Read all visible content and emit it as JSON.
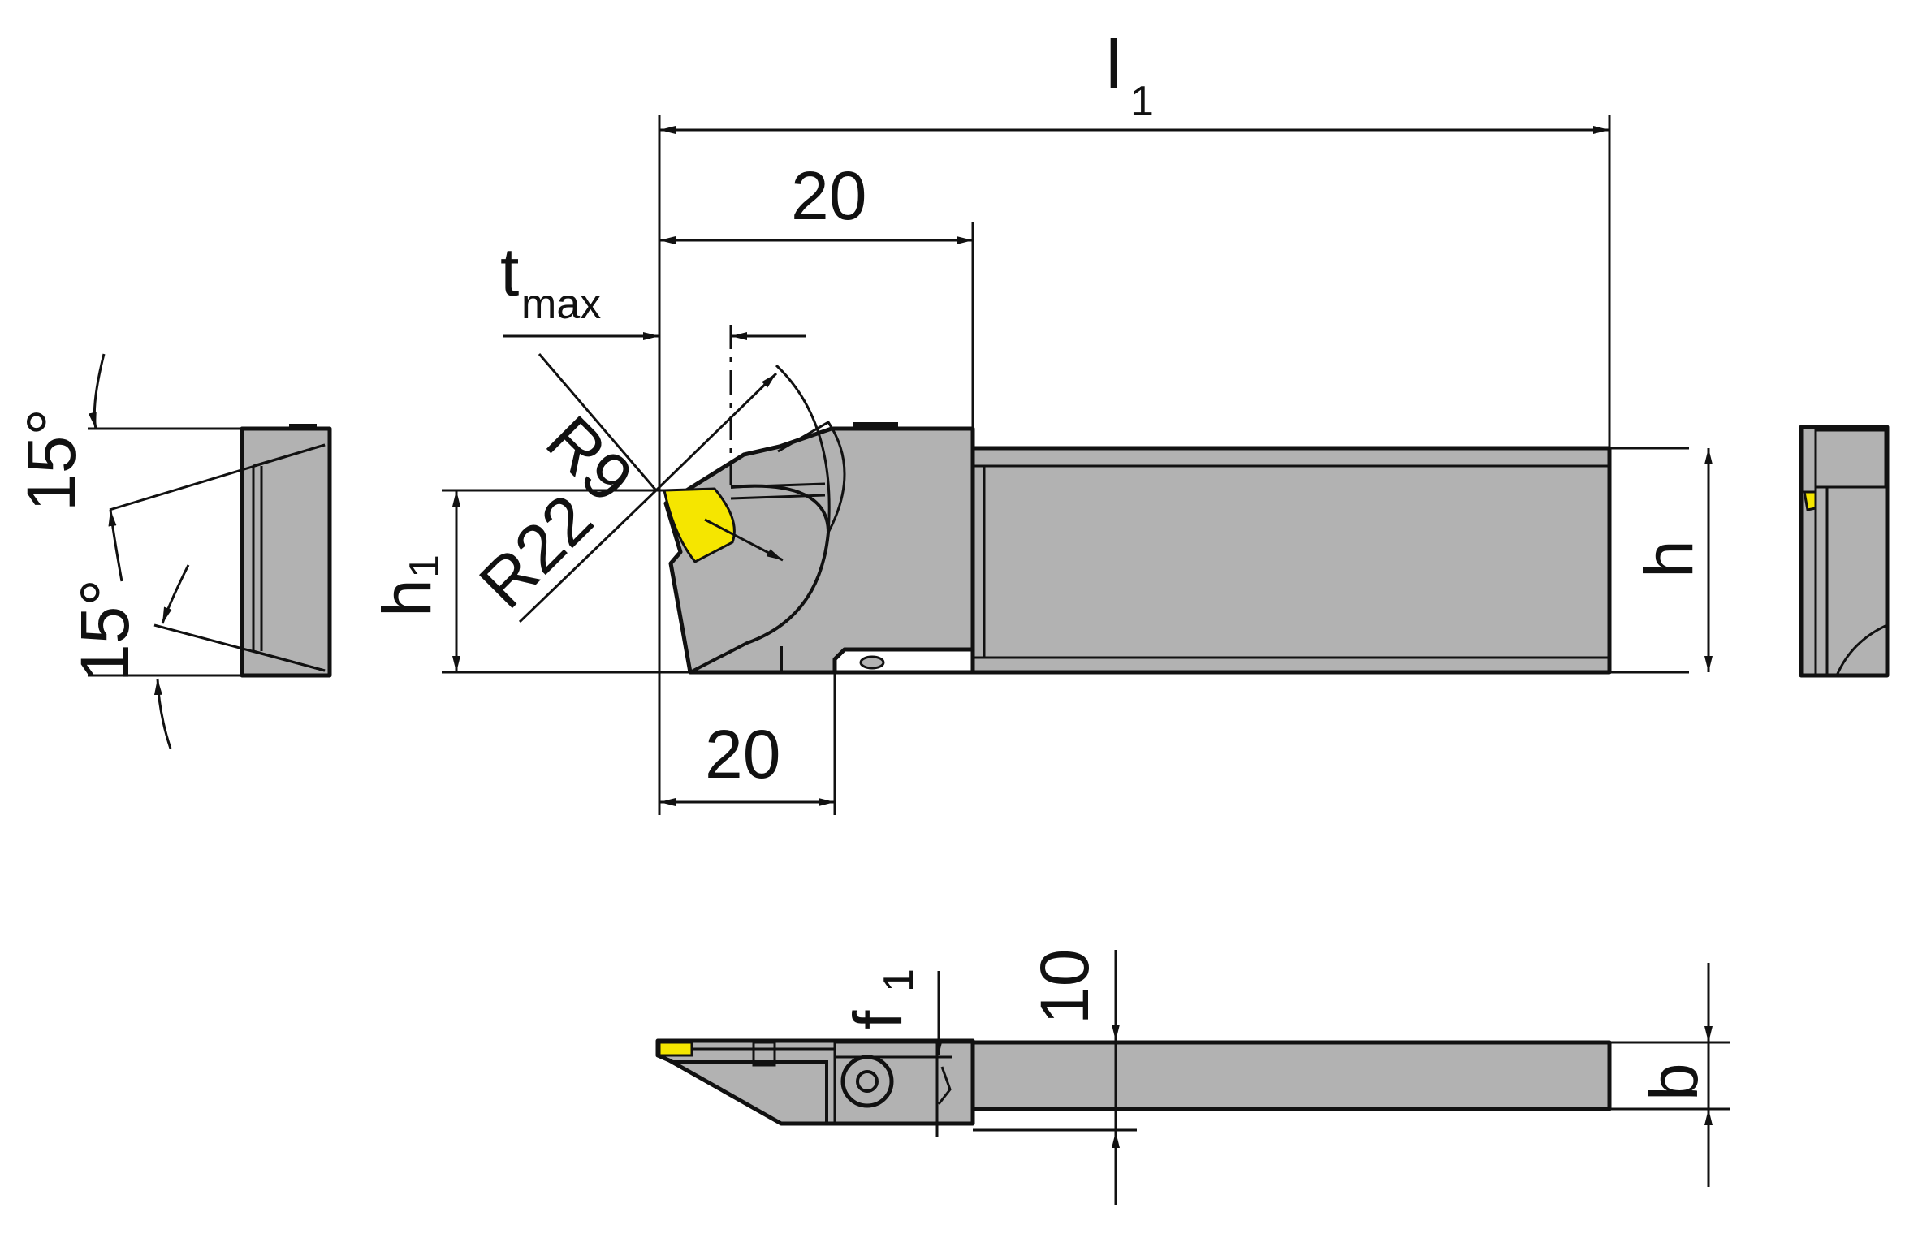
{
  "labels": {
    "l": "l",
    "l_sub": "1",
    "dim_20_top": "20",
    "t": "t",
    "t_sub": "max",
    "r9": "R9",
    "r22": "R22",
    "h1": "h",
    "h1_sub": "1",
    "h": "h",
    "dim_20_bottom": "20",
    "angle_top": "15°",
    "angle_bottom": "15°",
    "f1": "f",
    "f1_sub": "1",
    "dim_10": "10",
    "b": "b"
  },
  "colors": {
    "body": "#b2b2b2",
    "insert": "#f5e600",
    "line": "#111111"
  }
}
